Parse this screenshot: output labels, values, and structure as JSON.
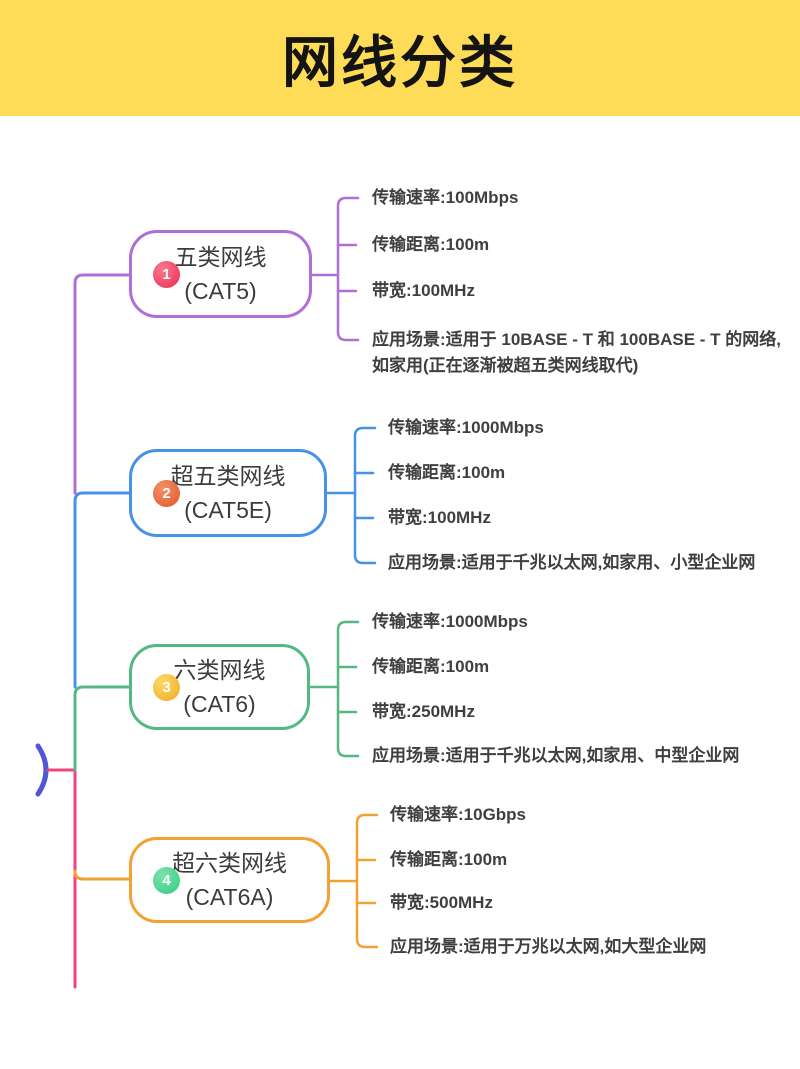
{
  "header": {
    "title": "网线分类",
    "background_color": "#fedc58",
    "text_color": "#141414"
  },
  "root": {
    "arc_color": "#5156d8",
    "trunk_bottom_color": "#f0437c"
  },
  "branches": [
    {
      "number": "1",
      "name": "五类网线",
      "code": "(CAT5)",
      "line_color": "#b06fd6",
      "badge_color": "#ee3a5f",
      "leaves": [
        "传输速率:100Mbps",
        "传输距离:100m",
        "带宽:100MHz",
        "应用场景:适用于 10BASE - T 和 100BASE - T 的网络,如家用(正在逐渐被超五类网线取代)"
      ]
    },
    {
      "number": "2",
      "name": "超五类网线",
      "code": "(CAT5E)",
      "line_color": "#4792e4",
      "badge_color": "#e8613b",
      "leaves": [
        "传输速率:1000Mbps",
        "传输距离:100m",
        "带宽:100MHz",
        "应用场景:适用于千兆以太网,如家用、小型企业网"
      ]
    },
    {
      "number": "3",
      "name": "六类网线",
      "code": "(CAT6)",
      "line_color": "#54b882",
      "badge_color": "#f0b229",
      "leaves": [
        "传输速率:1000Mbps",
        "传输距离:100m",
        "带宽:250MHz",
        "应用场景:适用于千兆以太网,如家用、中型企业网"
      ]
    },
    {
      "number": "4",
      "name": "超六类网线",
      "code": "(CAT6A)",
      "line_color": "#f2a232",
      "badge_color": "#3ed488",
      "leaves": [
        "传输速率:10Gbps",
        "传输距离:100m",
        "带宽:500MHz",
        "应用场景:适用于万兆以太网,如大型企业网"
      ]
    }
  ]
}
